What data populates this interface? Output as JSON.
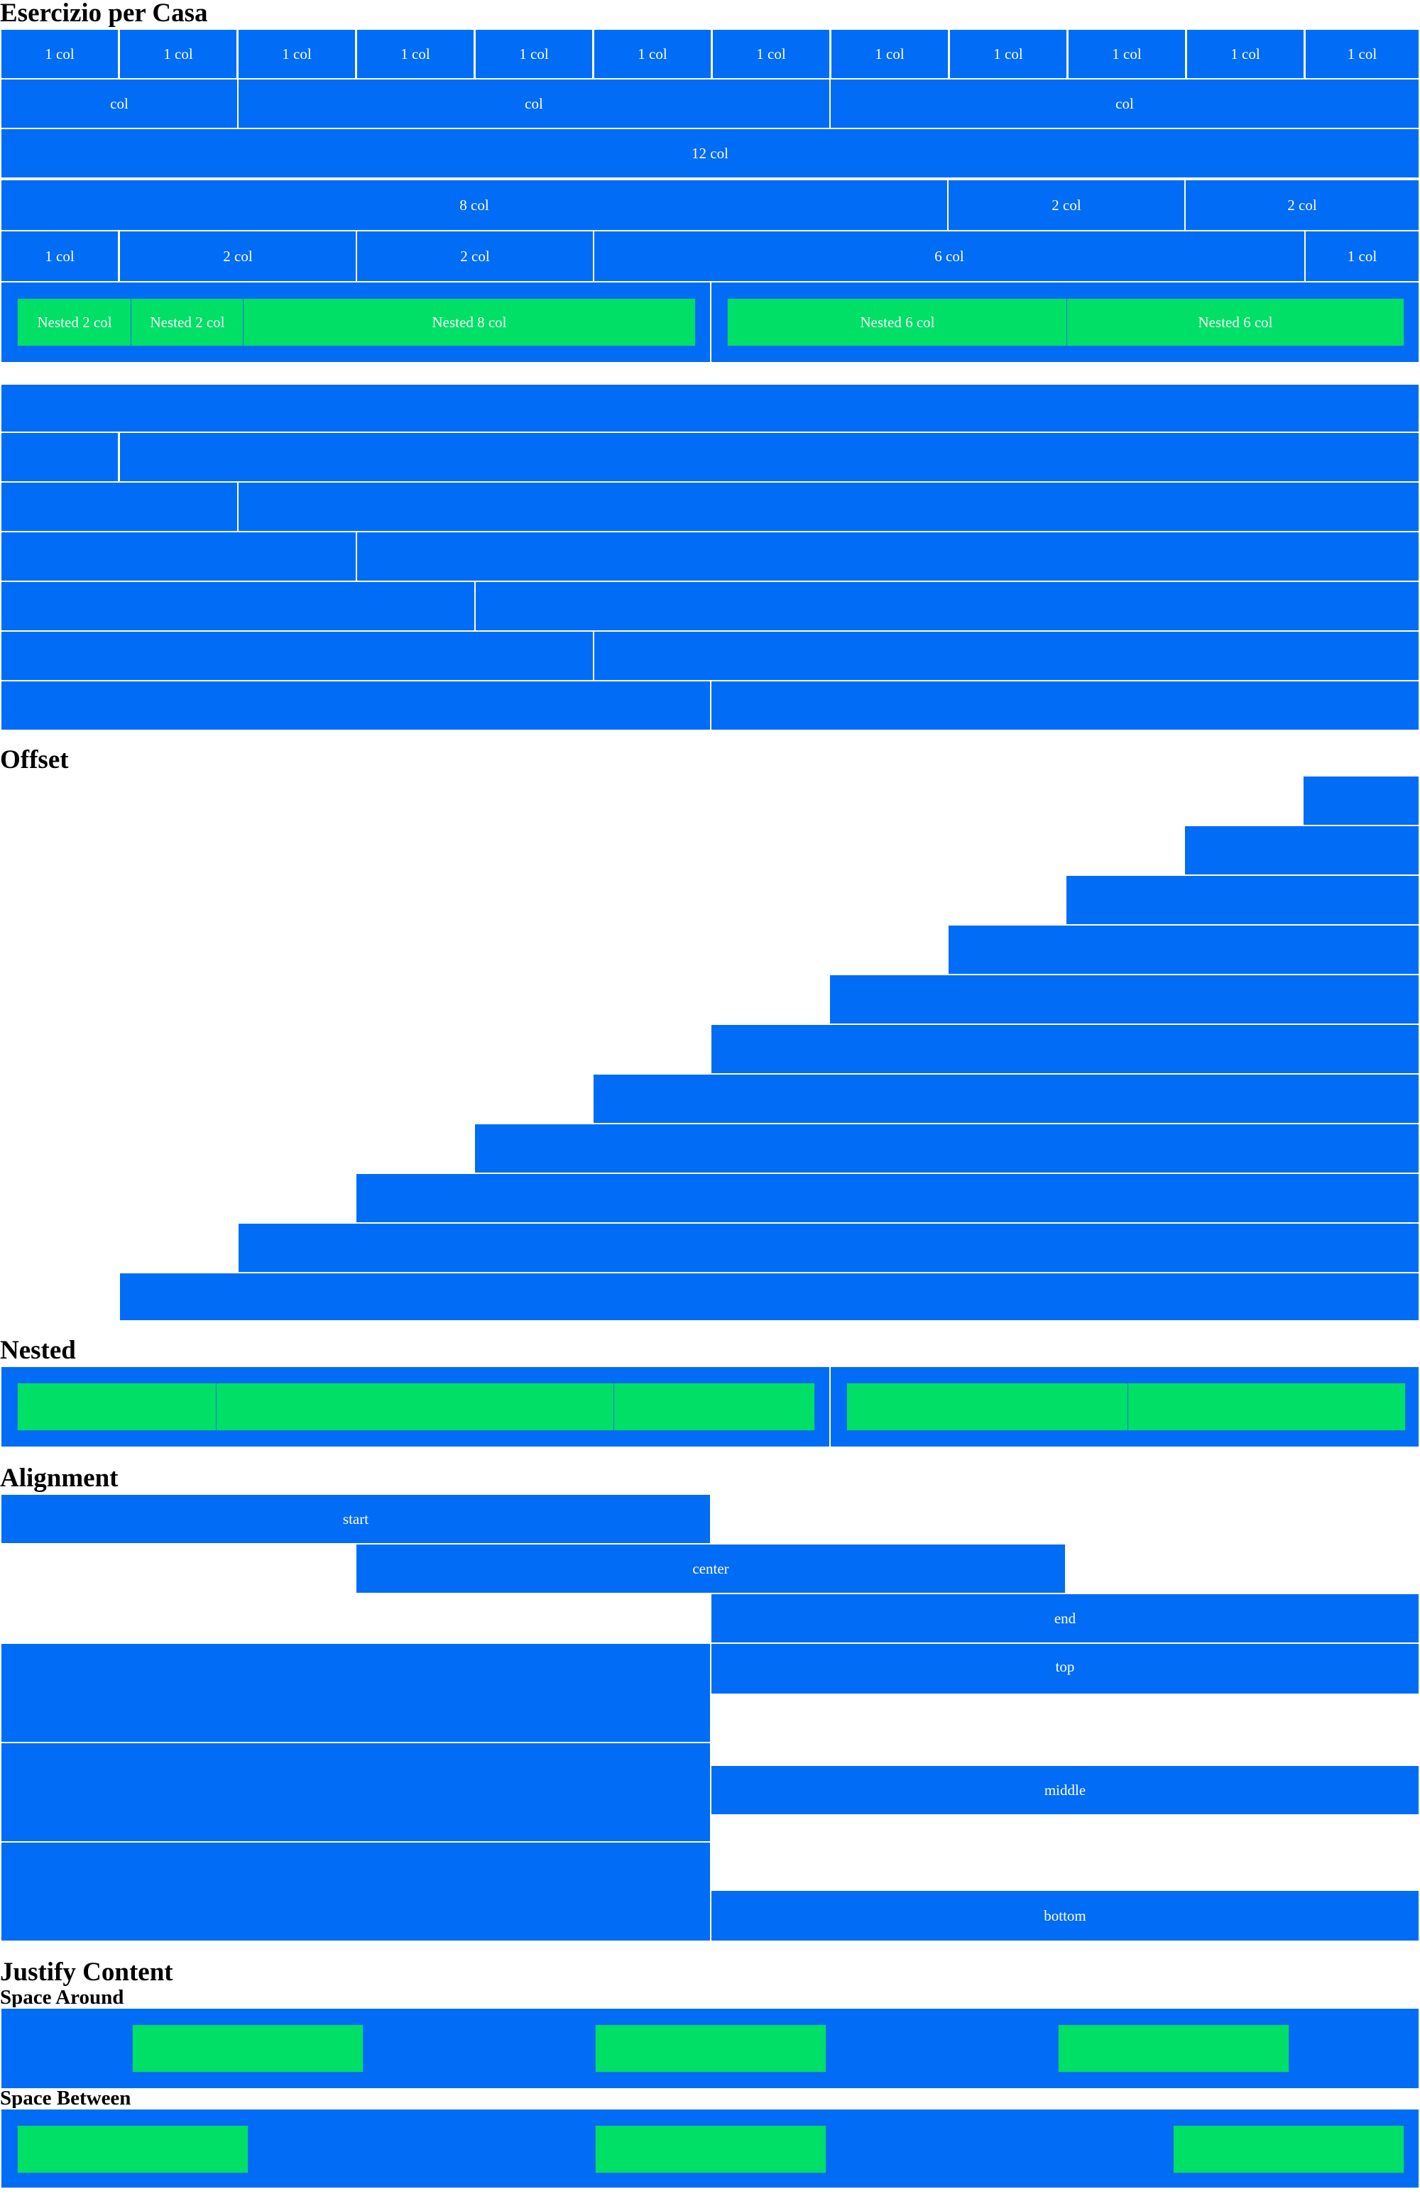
{
  "title": "Esercizio per Casa",
  "grid": {
    "row1": [
      "1 col",
      "1 col",
      "1 col",
      "1 col",
      "1 col",
      "1 col",
      "1 col",
      "1 col",
      "1 col",
      "1 col",
      "1 col",
      "1 col"
    ],
    "row2": [
      "col",
      "col",
      "col"
    ],
    "row3": [
      "12 col"
    ],
    "row4": [
      "8 col",
      "2 col",
      "2 col"
    ],
    "row5": [
      "1 col",
      "2 col",
      "2 col",
      "6 col",
      "1 col"
    ],
    "nested_left": [
      "Nested 2 col",
      "Nested 2 col",
      "Nested 8 col"
    ],
    "nested_right": [
      "Nested 6 col",
      "Nested 6 col"
    ]
  },
  "sections": {
    "offset": "Offset",
    "nested": "Nested",
    "alignment": "Alignment",
    "justify": "Justify Content",
    "space_around": "Space Around",
    "space_between": "Space Between"
  },
  "alignment": {
    "start": "start",
    "center": "center",
    "end": "end",
    "top": "top",
    "middle": "middle",
    "bottom": "bottom"
  },
  "colors": {
    "blue": "#016cf5",
    "green": "#00df66"
  }
}
